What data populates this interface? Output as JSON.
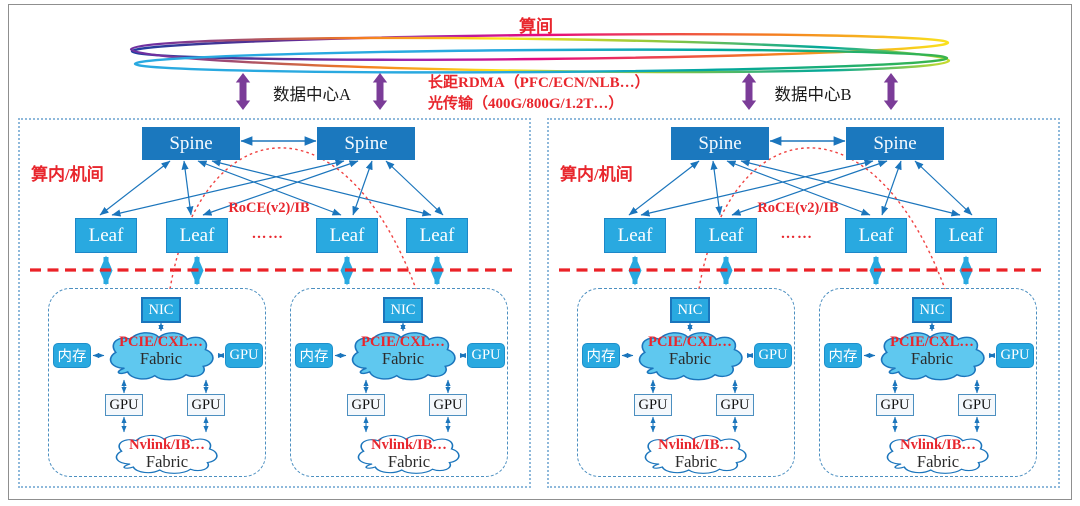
{
  "header": {
    "title": "算间",
    "datacenter_a": "数据中心A",
    "datacenter_b": "数据中心B",
    "link_line1": "长距RDMA（PFC/ECN/NLB…）",
    "link_line2": "光传输（400G/800G/1.2T…）"
  },
  "clusters": [
    {
      "region_label": "算内/机间",
      "spines": [
        "Spine",
        "Spine"
      ],
      "leaves": [
        "Leaf",
        "Leaf",
        "Leaf",
        "Leaf"
      ],
      "ellipsis": "……",
      "fabric_label": "RoCE(v2)/IB"
    },
    {
      "region_label": "算内/机间",
      "spines": [
        "Spine",
        "Spine"
      ],
      "leaves": [
        "Leaf",
        "Leaf",
        "Leaf",
        "Leaf"
      ],
      "ellipsis": "……",
      "fabric_label": "RoCE(v2)/IB"
    }
  ],
  "servers": [
    {
      "nic": "NIC",
      "memory": "内存",
      "gpu_right": "GPU",
      "gpu_bottom_left": "GPU",
      "gpu_bottom_right": "GPU",
      "pcie_fabric": [
        "PCIE/CXL…",
        "Fabric"
      ],
      "nvlink_fabric": [
        "Nvlink/IB…",
        "Fabric"
      ]
    },
    {
      "nic": "NIC",
      "memory": "内存",
      "gpu_right": "GPU",
      "gpu_bottom_left": "GPU",
      "gpu_bottom_right": "GPU",
      "pcie_fabric": [
        "PCIE/CXL…",
        "Fabric"
      ],
      "nvlink_fabric": [
        "Nvlink/IB…",
        "Fabric"
      ]
    },
    {
      "nic": "NIC",
      "memory": "内存",
      "gpu_right": "GPU",
      "gpu_bottom_left": "GPU",
      "gpu_bottom_right": "GPU",
      "pcie_fabric": [
        "PCIE/CXL…",
        "Fabric"
      ],
      "nvlink_fabric": [
        "Nvlink/IB…",
        "Fabric"
      ]
    },
    {
      "nic": "NIC",
      "memory": "内存",
      "gpu_right": "GPU",
      "gpu_bottom_left": "GPU",
      "gpu_bottom_right": "GPU",
      "pcie_fabric": [
        "PCIE/CXL…",
        "Fabric"
      ],
      "nvlink_fabric": [
        "Nvlink/IB…",
        "Fabric"
      ]
    }
  ],
  "colors": {
    "spine_fill": "#1B78BE",
    "leaf_fill": "#29A9E0",
    "link_blue": "#1B75BC",
    "highlight_red": "#E8262D",
    "purple": "#7B3C98",
    "cloud_cyan": "#5FC8EF"
  }
}
